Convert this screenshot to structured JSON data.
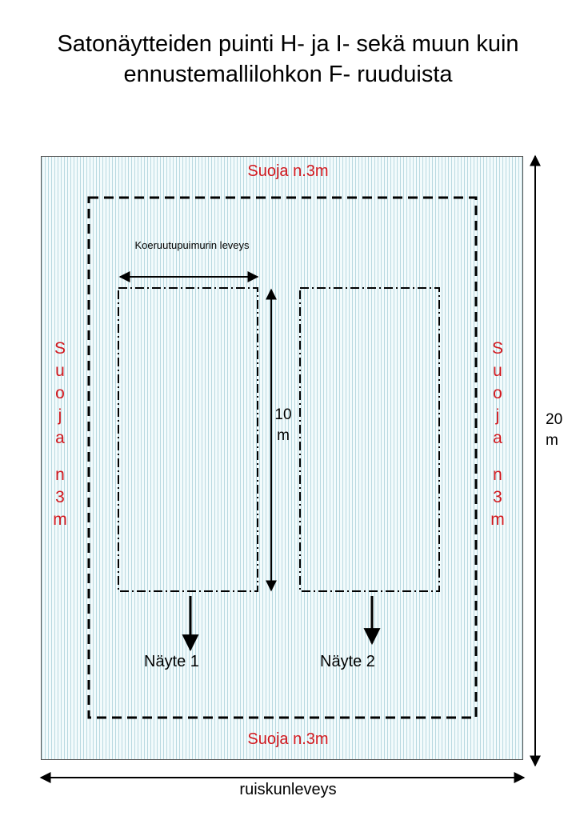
{
  "title": {
    "line1": "Satonäytteiden puinti H- ja I- sekä muun kuin",
    "line2": "ennustemallilohkon F- ruuduista"
  },
  "guard": {
    "top": "Suoja n.3m",
    "bottom": "Suoja n.3m",
    "left": [
      "S",
      "u",
      "o",
      "j",
      "a",
      "",
      "n",
      "3",
      "m"
    ],
    "right": [
      "S",
      "u",
      "o",
      "j",
      "a",
      "",
      "n",
      "3",
      "m"
    ]
  },
  "combine_width_label": "Koeruutupuimurin leveys",
  "plot_length": {
    "value": "10",
    "unit": "m"
  },
  "total_length": {
    "value": "20",
    "unit": "m"
  },
  "samples": {
    "sample1": "Näyte 1",
    "sample2": "Näyte 2"
  },
  "sprayer_width_label": "ruiskunleveys",
  "colors": {
    "guard_text": "#d2181e",
    "field_stripes": "#b9d9e0",
    "lines": "#000000"
  }
}
